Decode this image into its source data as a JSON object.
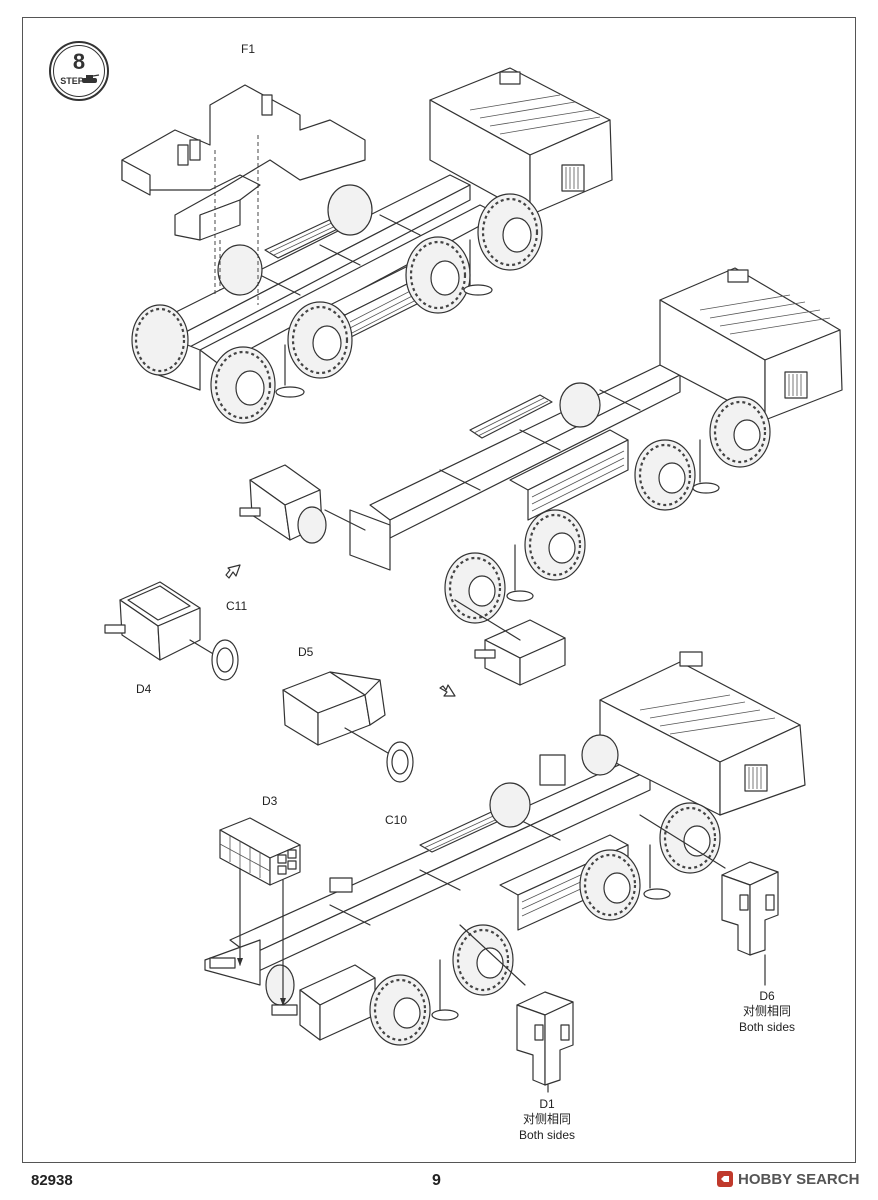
{
  "step": {
    "number": "8",
    "label": "STEP"
  },
  "labels": {
    "f1": "F1",
    "c11": "C11",
    "d4": "D4",
    "d5": "D5",
    "c10": "C10",
    "d3": "D3",
    "d6": "D6",
    "d6_cn": "对侧相同",
    "d6_en": "Both sides",
    "d1": "D1",
    "d1_cn": "对侧相同",
    "d1_en": "Both sides"
  },
  "footer": {
    "code": "82938",
    "page": "9"
  },
  "watermark": {
    "text": "HOBBY SEARCH",
    "icon": "hobby-search-logo-icon"
  }
}
